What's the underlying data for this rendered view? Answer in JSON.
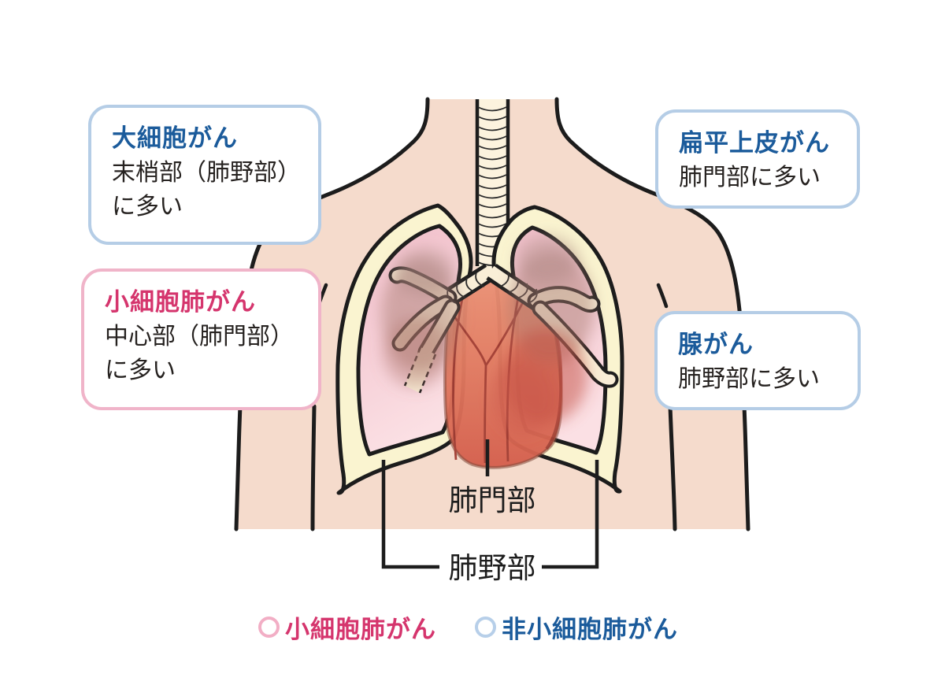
{
  "figure": {
    "subject": "lung-cancer-types-location-diagram",
    "region_labels": {
      "hilum": "肺門部",
      "lung_field": "肺野部"
    }
  },
  "callouts": [
    {
      "id": "large-cell",
      "group": "non_small_cell",
      "title": "大細胞がん",
      "line1": "末梢部（肺野部）",
      "line2": "に多い"
    },
    {
      "id": "small-cell",
      "group": "small_cell",
      "title": "小細胞肺がん",
      "line1": "中心部（肺門部）",
      "line2": "に多い"
    },
    {
      "id": "squamous",
      "group": "non_small_cell",
      "title": "扁平上皮がん",
      "line1": "肺門部に多い"
    },
    {
      "id": "adeno",
      "group": "non_small_cell",
      "title": "腺がん",
      "line1": "肺野部に多い"
    }
  ],
  "legend": [
    {
      "id": "small-cell-lung-cancer",
      "label": "小細胞肺がん",
      "ring_color": "#f2aec5",
      "text_color": "#d5356d"
    },
    {
      "id": "non-small-cell-lung-cancer",
      "label": "非小細胞肺がん",
      "ring_color": "#b7cfe9",
      "text_color": "#1b5b9b"
    }
  ],
  "colors": {
    "accent_blue": "#1b5b9b",
    "accent_pink": "#d5356d",
    "box_border_blue": "#b5cde6",
    "box_border_pink": "#f0b4c9",
    "skin": "#f5dbcc",
    "pleura_cream": "#faf4d0",
    "lung_pink": "#f4c9d2",
    "heart_red": "#d5604e",
    "outline_black": "#1c1c1c"
  }
}
